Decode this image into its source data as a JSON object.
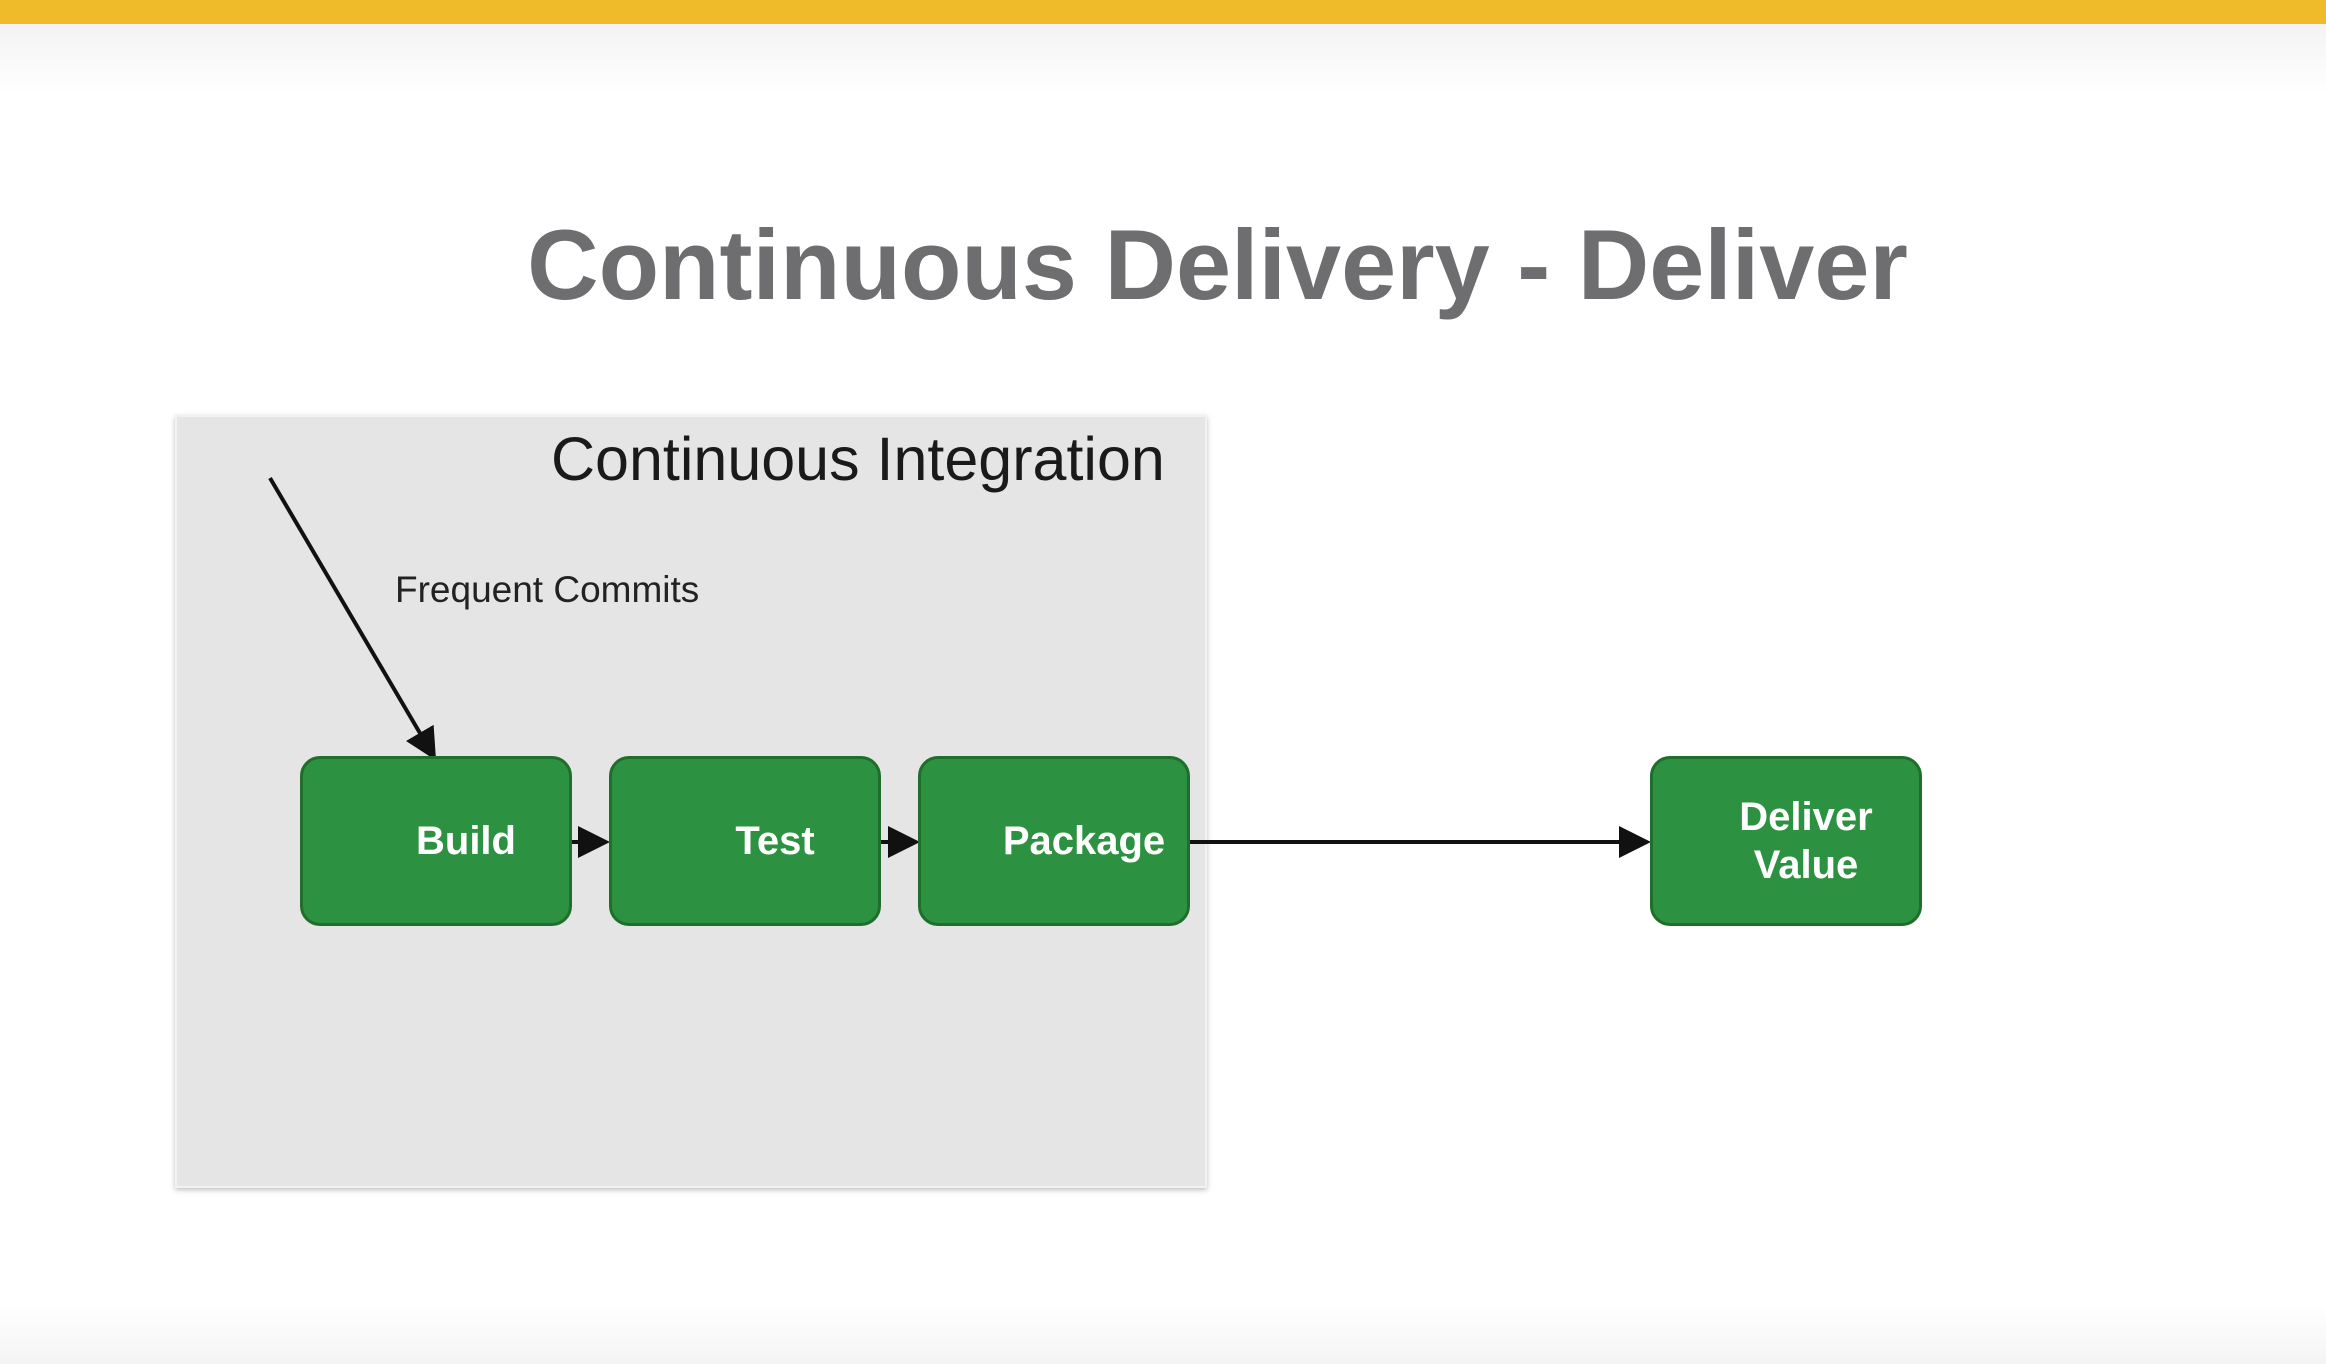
{
  "slide": {
    "title": "Continuous Delivery - Deliver"
  },
  "colors": {
    "accent_bar": "#f0bb2a",
    "stage_fill": "#2c9140",
    "panel_fill": "#e5e5e5"
  },
  "diagram": {
    "group_label": "Continuous Integration",
    "commit_label": "Frequent Commits",
    "stages": {
      "build": "Build",
      "test": "Test",
      "package": "Package",
      "deliver_line1": "Deliver",
      "deliver_line2": "Value"
    }
  }
}
